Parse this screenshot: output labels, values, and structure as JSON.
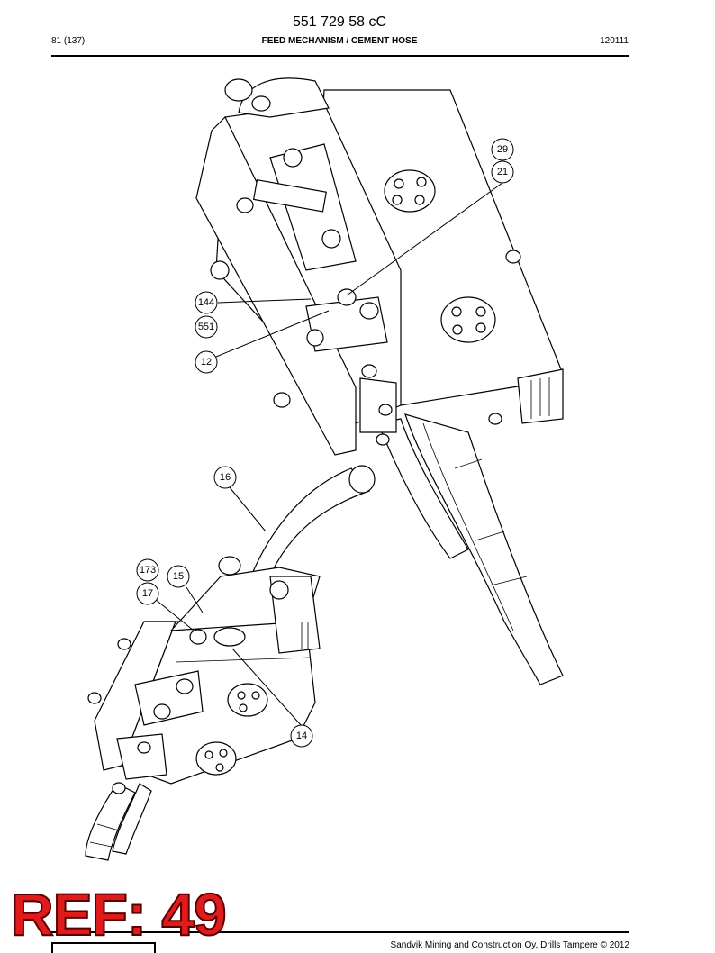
{
  "header": {
    "doc_number": "551 729 58 cC",
    "page": "81 (137)",
    "section_title": "FEED MECHANISM / CEMENT HOSE",
    "date_code": "120111"
  },
  "callouts": [
    "29",
    "21",
    "144",
    "551",
    "12",
    "16",
    "173",
    "15",
    "17",
    "14"
  ],
  "stamp": {
    "text": "REF: 49",
    "color": "#e01b1b"
  },
  "footer": {
    "copyright": "Sandvik Mining and Construction Oy, Drills Tampere © 2012"
  }
}
